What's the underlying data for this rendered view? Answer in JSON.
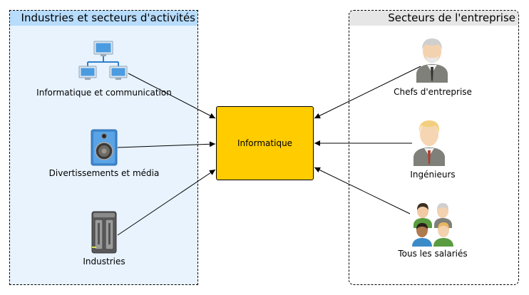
{
  "groups": {
    "left": {
      "title": "Industries et secteurs d'activités"
    },
    "right": {
      "title": "Secteurs de l'entreprise"
    }
  },
  "center": {
    "label": "Informatique"
  },
  "left_nodes": [
    {
      "label": "Informatique et communication",
      "icon": "network-icon"
    },
    {
      "label": "Divertissements et média",
      "icon": "speaker-icon"
    },
    {
      "label": "Industries",
      "icon": "server-icon"
    }
  ],
  "right_nodes": [
    {
      "label": "Chefs d'entreprise",
      "icon": "executive-person-icon"
    },
    {
      "label": "Ingénieurs",
      "icon": "engineer-person-icon"
    },
    {
      "label": "Tous les salariés",
      "icon": "people-group-icon"
    }
  ],
  "colors": {
    "center_fill": "#ffcc00",
    "left_group_fill": "#e8f3fe",
    "left_header_fill": "#b7dcfc",
    "right_header_fill": "#e6e6e6"
  }
}
